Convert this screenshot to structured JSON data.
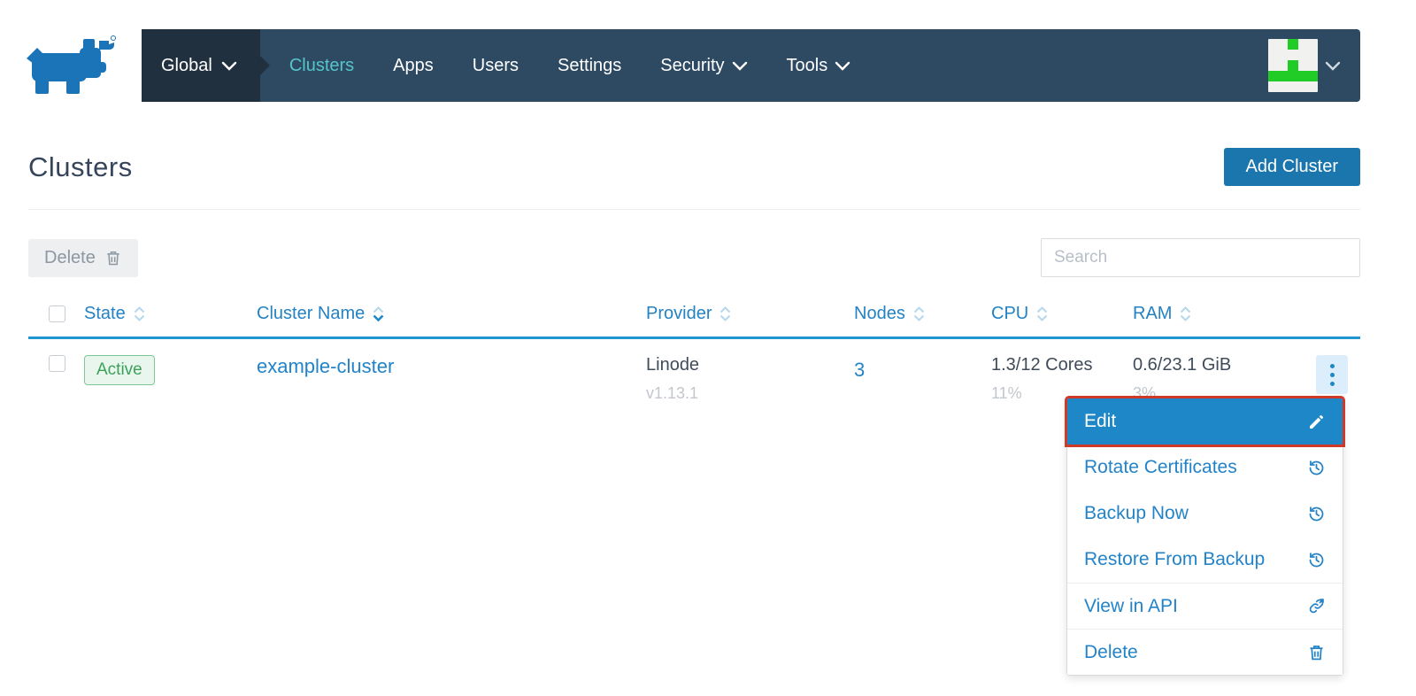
{
  "nav": {
    "environment": "Global",
    "items": [
      {
        "label": "Clusters"
      },
      {
        "label": "Apps"
      },
      {
        "label": "Users"
      },
      {
        "label": "Settings"
      },
      {
        "label": "Security"
      },
      {
        "label": "Tools"
      }
    ]
  },
  "page": {
    "title": "Clusters",
    "add_cluster_label": "Add Cluster",
    "delete_label": "Delete",
    "search_placeholder": "Search"
  },
  "table": {
    "headers": {
      "state": "State",
      "name": "Cluster Name",
      "provider": "Provider",
      "nodes": "Nodes",
      "cpu": "CPU",
      "ram": "RAM"
    },
    "row": {
      "state": "Active",
      "name": "example-cluster",
      "provider": "Linode",
      "provider_version": "v1.13.1",
      "nodes": "3",
      "cpu": "1.3/12 Cores",
      "cpu_percent": "11%",
      "ram": "0.6/23.1 GiB",
      "ram_percent": "3%"
    }
  },
  "menu": {
    "items": [
      {
        "label": "Edit"
      },
      {
        "label": "Rotate Certificates"
      },
      {
        "label": "Backup Now"
      },
      {
        "label": "Restore From Backup"
      },
      {
        "label": "View in API"
      },
      {
        "label": "Delete"
      }
    ]
  },
  "colors": {
    "primary_blue": "#1b76ad",
    "link_blue": "#2383c8",
    "nav_active_teal": "#56c5cb",
    "navbar_bg": "#2e4a63",
    "env_block_bg": "#20303f",
    "state_green": "#3da05a",
    "highlight_outline_red": "#cf3927",
    "header_underline_blue": "#2196d3",
    "avatar_green": "#21cc27"
  }
}
